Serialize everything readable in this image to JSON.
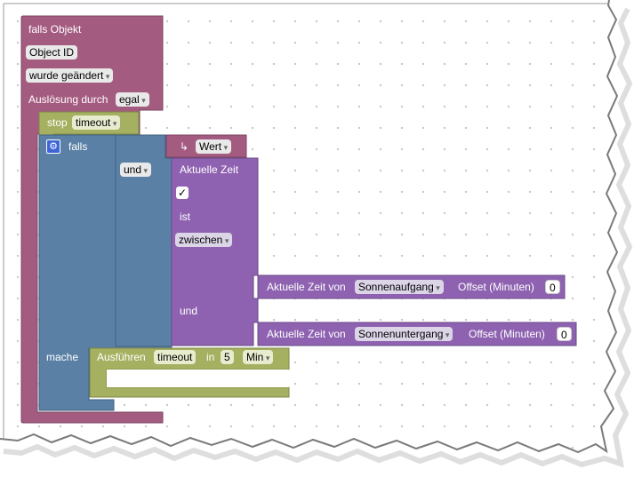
{
  "event_block": {
    "title": "falls Objekt",
    "object_id": "Object ID",
    "change_mode": "wurde geändert",
    "trigger_label": "Auslösung durch",
    "trigger_value": "egal"
  },
  "stop_block": {
    "label": "stop",
    "value": "timeout"
  },
  "if_block": {
    "if_label": "falls",
    "do_label": "mache"
  },
  "logic_block": {
    "operator": "und"
  },
  "value_block": {
    "arrow": "↳",
    "label": "Wert"
  },
  "time_block": {
    "label": "Aktuelle Zeit",
    "checkbox": "✓",
    "is_label": "ist",
    "comparison": "zwischen",
    "and_label": "und"
  },
  "astro_block_1": {
    "label": "Aktuelle Zeit von",
    "event": "Sonnenaufgang",
    "offset_label": "Offset (Minuten)",
    "offset_value": "0"
  },
  "astro_block_2": {
    "label": "Aktuelle Zeit von",
    "event": "Sonnenuntergang",
    "offset_label": "Offset (Minuten)",
    "offset_value": "0"
  },
  "timeout_block": {
    "label": "Ausführen",
    "name": "timeout",
    "in_label": "in",
    "amount": "5",
    "unit": "Min"
  },
  "colors": {
    "event": "#a45b80",
    "stop": "#a5b060",
    "if": "#5b80a5",
    "logic": "#5b80a5",
    "value": "#a45b80",
    "time": "#8e62b0",
    "astro": "#8e62b0",
    "timeout": "#a5b060"
  }
}
